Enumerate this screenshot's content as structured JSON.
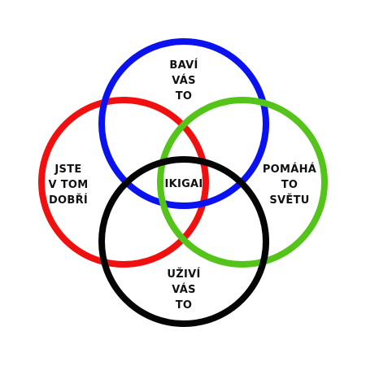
{
  "diagram": {
    "circles": {
      "top": {
        "color": "#0a12f0",
        "lines": [
          "BAVÍ",
          "VÁS",
          "TO"
        ]
      },
      "left": {
        "color": "#f01010",
        "lines": [
          "JSTE",
          "V TOM",
          "DOBŘÍ"
        ]
      },
      "right": {
        "color": "#55c41a",
        "lines": [
          "POMÁHÁ",
          "TO",
          "SVĚTU"
        ]
      },
      "bottom": {
        "color": "#050505",
        "lines": [
          "UŽIVÍ",
          "VÁS",
          "TO"
        ]
      }
    },
    "center_label": "IKIGAI"
  }
}
